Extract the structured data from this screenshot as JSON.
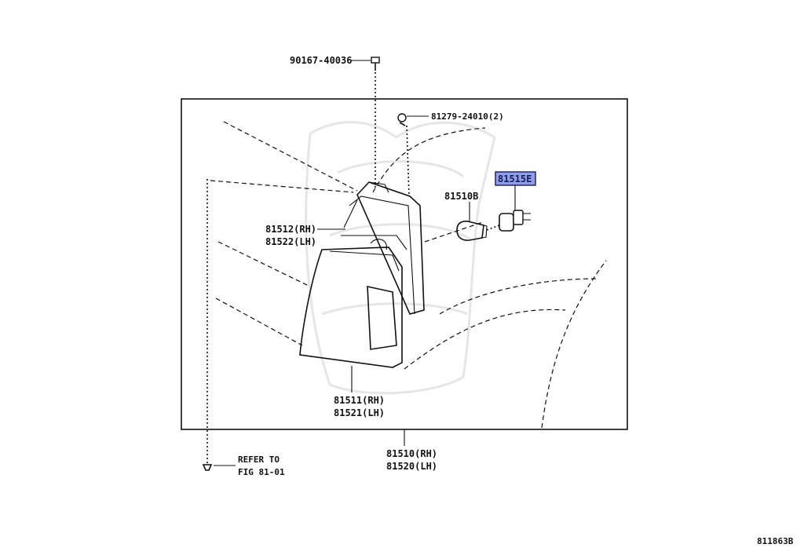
{
  "parts": {
    "screw_top": "90167-40036",
    "screw_clip": "81279-24010(2)",
    "socket": "81515E",
    "bulb": "81510B",
    "housing_rh": "81512(RH)",
    "housing_lh": "81522(LH)",
    "lens_rh": "81511(RH)",
    "lens_lh": "81521(LH)",
    "assy_rh": "81510(RH)",
    "assy_lh": "81520(LH)",
    "refer_line1": "REFER TO",
    "refer_line2": "FIG 81-01"
  },
  "diagram_id": "811863B",
  "colors": {
    "highlight_fill": "#8fa0e8",
    "highlight_stroke": "#1a1a5a",
    "line": "#111111"
  }
}
